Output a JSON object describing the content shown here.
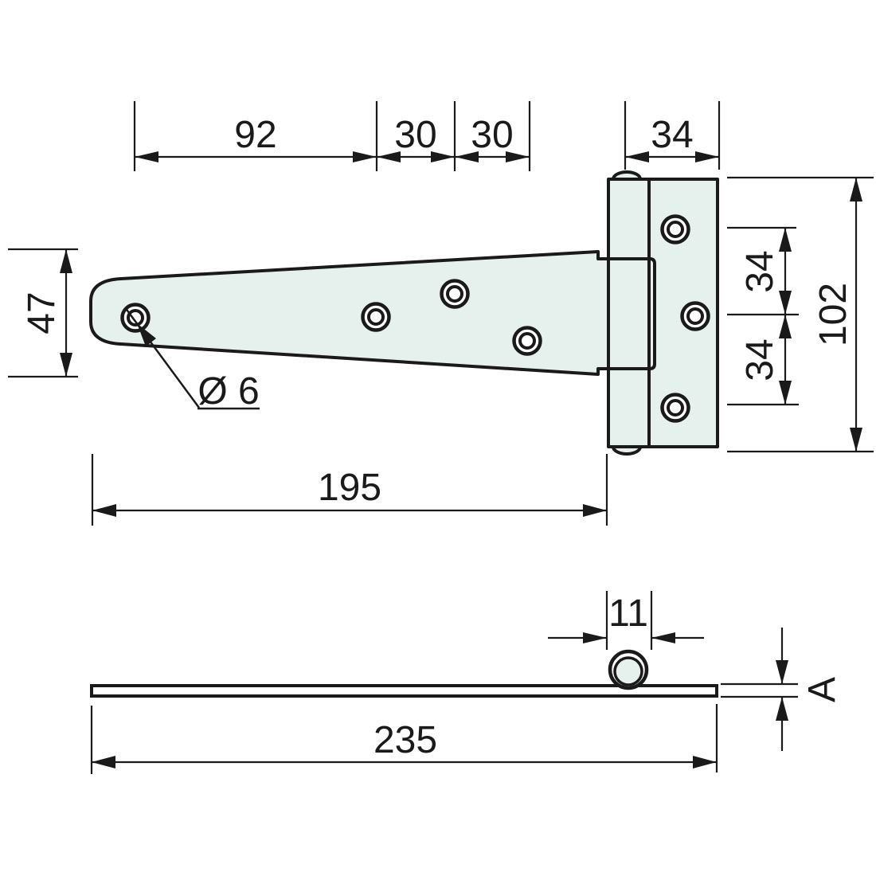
{
  "drawing": {
    "type": "T-hinge dimensioned technical drawing, top view and side view",
    "colors": {
      "line": "#1a1a1a",
      "fill": "#e6f0ec",
      "background": "#ffffff"
    },
    "top_view": {
      "dimensions": {
        "strap_hole_span": "92",
        "strap_hole_gap_1": "30",
        "strap_hole_gap_2": "30",
        "leaf_width": "34",
        "strap_end_height": "47",
        "hole_diameter": "Ø 6",
        "leaf_hole_gap_top": "34",
        "leaf_hole_gap_bottom": "34",
        "leaf_height": "102",
        "strap_length": "195"
      }
    },
    "side_view": {
      "dimensions": {
        "knuckle_width": "11",
        "plate_thickness": "A",
        "overall_length": "235"
      }
    }
  }
}
